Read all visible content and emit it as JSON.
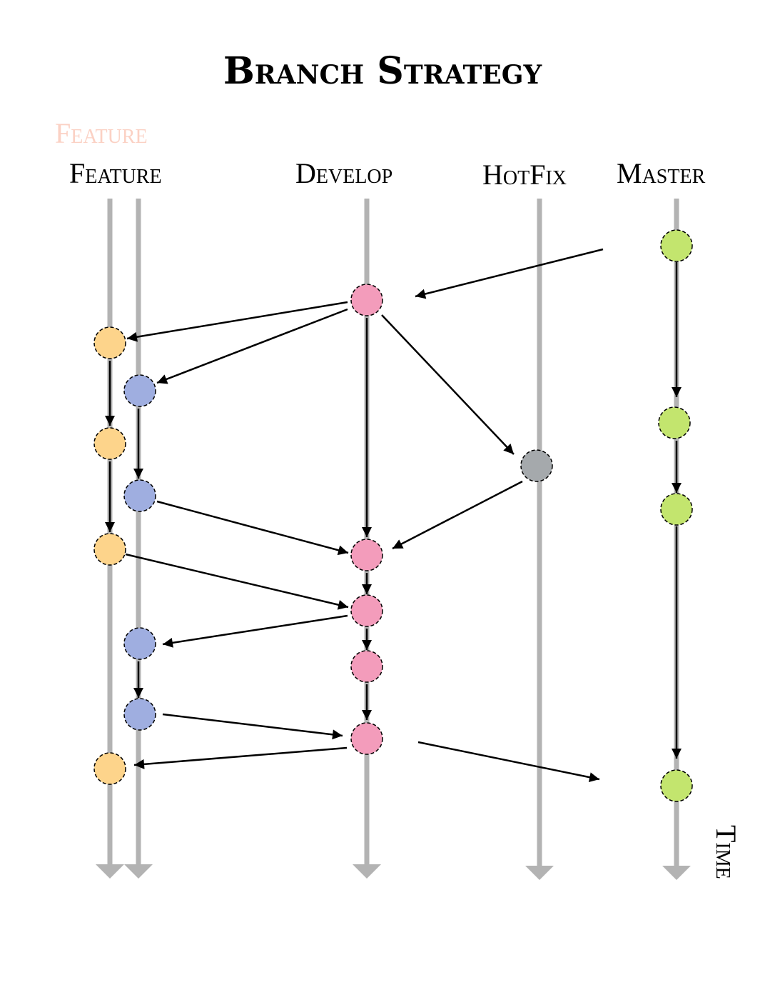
{
  "title": "Branch Strategy",
  "lanes": {
    "feature": "Feature",
    "feature_ghost": "Feature",
    "develop": "Develop",
    "hotfix": "HotFix",
    "master": "Master"
  },
  "time_label": "Time",
  "colors": {
    "lane": "#b3b3b3",
    "feature_a": "#fdd48b",
    "feature_b": "#9faee0",
    "develop": "#f39cbb",
    "hotfix": "#a5a9ac",
    "master": "#c3e56e",
    "ghost_text": "#fbd1c4"
  }
}
